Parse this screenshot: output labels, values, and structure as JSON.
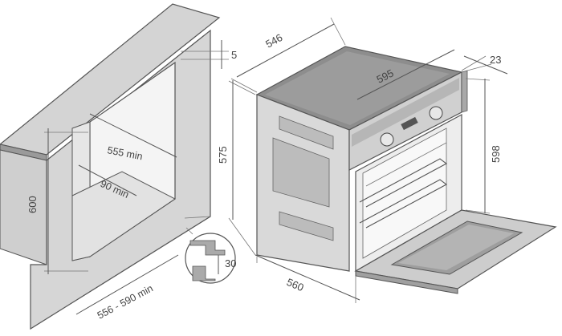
{
  "colors": {
    "cabinet": "#d2d2d2",
    "cabinet_dark": "#9c9c9c",
    "cavity": "#f2f2f2",
    "oven_body": "#d9d9d9",
    "oven_top": "#8e8e8e",
    "panel": "#cfcfcf",
    "line": "#555555",
    "text": "#444444"
  },
  "cabinet": {
    "gap_top": "5",
    "niche_width": "555 min",
    "niche_depth": "90 min",
    "niche_height": "600",
    "cabinet_depth": "556 - 590 min",
    "detail_thickness": "30"
  },
  "oven": {
    "top_depth": "546",
    "front_width": "595",
    "panel_depth": "23",
    "body_height": "575",
    "front_height": "598",
    "body_depth": "560"
  },
  "icons": [
    "lamp-icon",
    "thermometer-icon",
    "display-icon"
  ]
}
